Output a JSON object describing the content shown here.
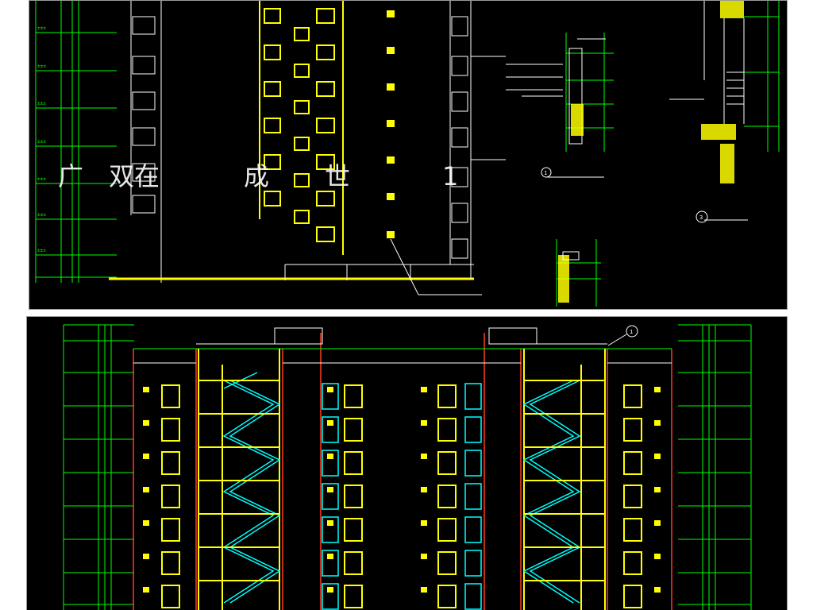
{
  "top_panel": {
    "overlay_fragments": [
      "广",
      "双在",
      "成",
      "世",
      "1"
    ],
    "markers": {
      "m1": "1",
      "m3": "3"
    }
  },
  "bottom_panel": {
    "marker": "1"
  },
  "colors": {
    "background": "#000000",
    "wall": "#ffff00",
    "dimension": "#00ff00",
    "stair": "#00ffff",
    "column": "#ff3b1f",
    "text": "#ffffff"
  }
}
